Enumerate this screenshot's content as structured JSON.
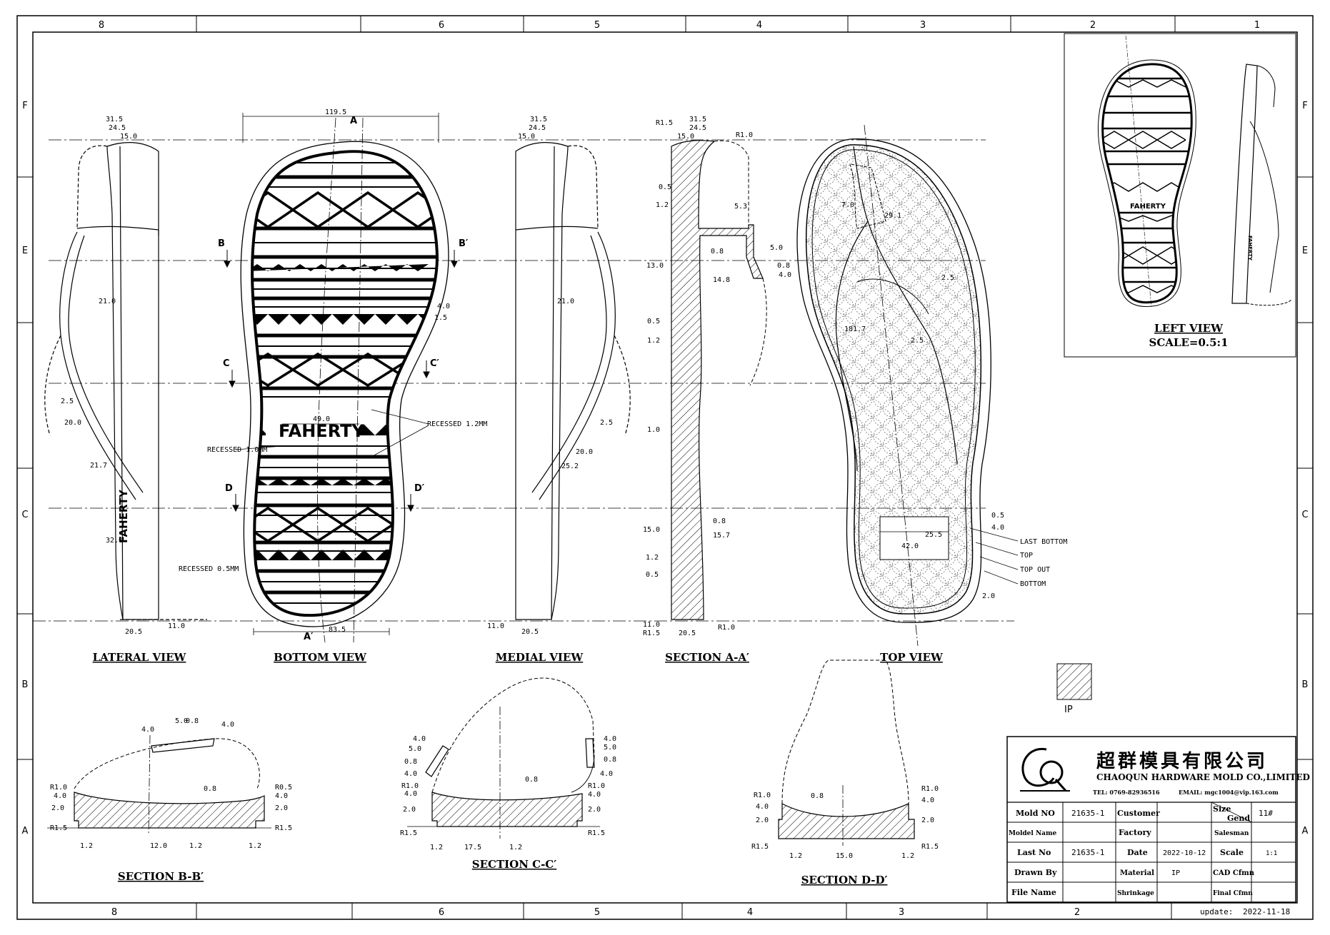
{
  "border": {
    "col_top": [
      "8",
      "6",
      "5",
      "4",
      "3",
      "2",
      "1"
    ],
    "col_bottom": [
      "8",
      "6",
      "5",
      "4",
      "3",
      "2"
    ],
    "rows": [
      "F",
      "E",
      "C",
      "B",
      "A"
    ]
  },
  "views": {
    "lateral": "LATERAL VIEW",
    "bottom": "BOTTOM VIEW",
    "medial": "MEDIAL VIEW",
    "section_aa": "SECTION A-A′",
    "top": "TOP VIEW",
    "left": "LEFT VIEW",
    "left_scale": "SCALE=0.5:1",
    "section_bb": "SECTION B-B′",
    "section_cc": "SECTION C-C′",
    "section_dd": "SECTION D-D′"
  },
  "section_marks": {
    "a": "A",
    "a2": "A′",
    "b": "B",
    "b2": "B′",
    "c": "C",
    "c2": "C′",
    "d": "D",
    "d2": "D′"
  },
  "logo_text": "FAHERTY",
  "annotations": {
    "recessed_1": "RECESSED 1.0MM",
    "recessed_12": "RECESSED 1.2MM",
    "recessed_05": "RECESSED 0.5MM",
    "last_bottom": "LAST BOTTOM",
    "top": "TOP",
    "top_out": "TOP OUT",
    "bottom": "BOTTOM"
  },
  "dims": {
    "lat": [
      "31.5",
      "24.5",
      "15.0",
      "21.0",
      "2.5",
      "20.0",
      "21.7",
      "32.0",
      "20.5",
      "11.0"
    ],
    "bot": [
      "119.5",
      "4.0",
      "1.5",
      "49.0",
      "83.5"
    ],
    "med": [
      "31.5",
      "24.5",
      "15.0",
      "21.0",
      "2.5",
      "20.0",
      "25.2",
      "11.0",
      "20.5"
    ],
    "sec": [
      "R1.5",
      "31.5",
      "24.5",
      "15.0",
      "R1.0",
      "0.5",
      "1.2",
      "5.3",
      "0.8",
      "5.0",
      "0.8",
      "4.0",
      "13.0",
      "14.8",
      "0.5",
      "1.2",
      "1.0",
      "0.8",
      "15.0",
      "15.7",
      "1.2",
      "0.5",
      "11.0",
      "R1.5",
      "20.5",
      "R1.0"
    ],
    "top": [
      "7.0",
      "29.1",
      "2.5",
      "181.7",
      "2.5",
      "0.5",
      "4.0",
      "25.5",
      "42.0",
      "2.0"
    ],
    "bb": [
      "4.0",
      "5.0",
      "0.8",
      "4.0",
      "R1.0",
      "4.0",
      "0.8",
      "R0.5",
      "4.0",
      "2.0",
      "2.0",
      "R1.5",
      "R1.5",
      "1.2",
      "12.0",
      "1.2",
      "1.2"
    ],
    "cc": [
      "4.0",
      "5.0",
      "0.8",
      "4.0",
      "R1.0",
      "4.0",
      "2.0",
      "R1.5",
      "1.2",
      "17.5",
      "1.2",
      "0.8",
      "4.0",
      "5.0",
      "0.8",
      "4.0",
      "R1.0",
      "4.0",
      "2.0",
      "R1.5"
    ],
    "dd": [
      "R1.0",
      "4.0",
      "2.0",
      "R1.5",
      "1.2",
      "15.0",
      "1.2",
      "0.8",
      "R1.0",
      "4.0",
      "2.0",
      "R1.5"
    ]
  },
  "legend_material": "IP",
  "company": {
    "name_cn": "超群模具有限公司",
    "name_en": "CHAOQUN HARDWARE MOLD CO.,LIMITED",
    "tel": "TEL: 0769-82936516",
    "email": "EMAIL: mgc1004@vip.163.com"
  },
  "title_block": {
    "mold_no_label": "Mold NO",
    "mold_no": "21635-1",
    "customer_label": "Customer",
    "customer": "",
    "size_label": "Size",
    "gend_label": "Gend",
    "size": "11#",
    "model_label": "Moldel Name",
    "model": "",
    "factory_label": "Factory",
    "factory": "",
    "salesman_label": "Salesman",
    "salesman": "",
    "last_no_label": "Last No",
    "last_no": "21635-1",
    "date_label": "Date",
    "date": "2022-10-12",
    "scale_label": "Scale",
    "scale": "1:1",
    "drawn_label": "Drawn By",
    "drawn": "",
    "material_label": "Material",
    "material": "IP",
    "cad_label": "CAD Cfmn",
    "cad": "",
    "file_label": "File Name",
    "file": "",
    "shrink_label": "Shrinkage",
    "shrink": "",
    "final_label": "Final Cfmn",
    "final": ""
  },
  "update_label": "update:",
  "update_date": "2022-11-18"
}
